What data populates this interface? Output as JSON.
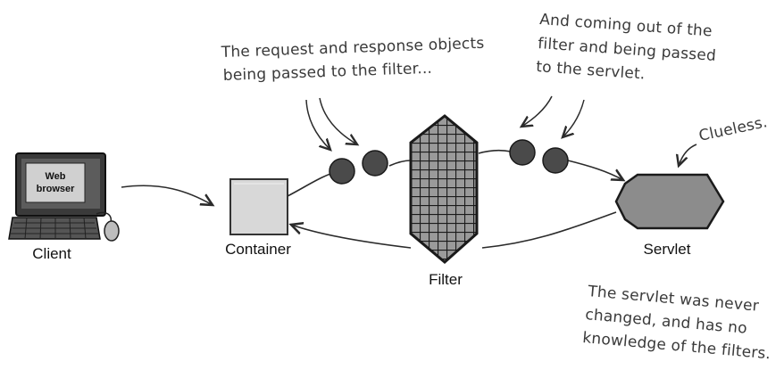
{
  "labels": {
    "client": "Client",
    "container": "Container",
    "filter": "Filter",
    "servlet": "Servlet",
    "web_browser_line1": "Web",
    "web_browser_line2": "browser"
  },
  "annotations": {
    "request_response": [
      "The request and response objects",
      "being passed to the filter..."
    ],
    "coming_out": [
      "And coming out of the",
      "filter and being passed",
      "to the servlet."
    ],
    "clueless": "Clueless.",
    "never_changed": [
      "The servlet was never",
      "changed, and has no",
      "knowledge of the filters."
    ]
  },
  "icons": [
    "computer-icon",
    "container-box-icon",
    "filter-icon",
    "servlet-icon",
    "object-ball-icon"
  ],
  "colors": {
    "ink": "#2b2b2b",
    "ball": "#4a4a4a",
    "container_fill": "#d8d8d8",
    "servlet_fill": "#8c8c8c",
    "filter_fill": "#9a9a9a",
    "screen_fill": "#c9c9c9"
  }
}
